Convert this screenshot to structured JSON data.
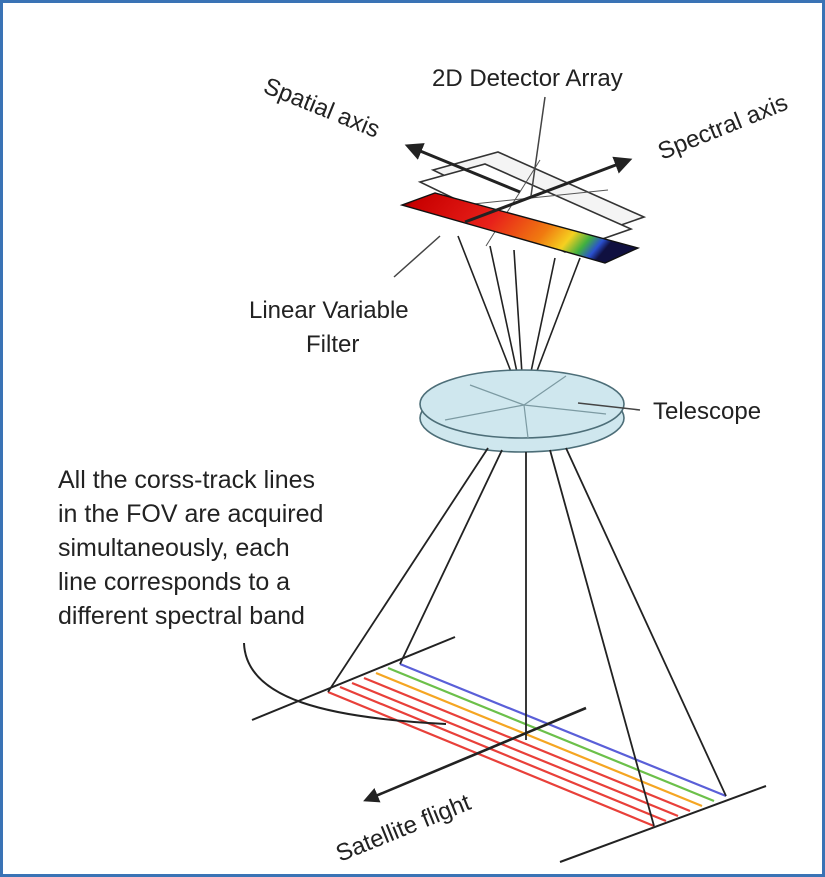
{
  "labels": {
    "detector": "2D Detector Array",
    "spatial_axis": "Spatial axis",
    "spectral_axis": "Spectral axis",
    "lvf_line1": "Linear Variable",
    "lvf_line2": "Filter",
    "telescope": "Telescope",
    "satellite_flight": "Satellite flight"
  },
  "note_lines": [
    "All the corss-track lines",
    "in the FOV are acquired",
    "simultaneously, each",
    "line corresponds to a",
    "different spectral band"
  ],
  "colors": {
    "frame": "#3a73b5",
    "line": "#222222",
    "lens": "#cfe7ee",
    "band_red": "#e8403a",
    "band_orange": "#f5a623",
    "band_green": "#6cc04a",
    "band_blue": "#5a5fd8"
  }
}
